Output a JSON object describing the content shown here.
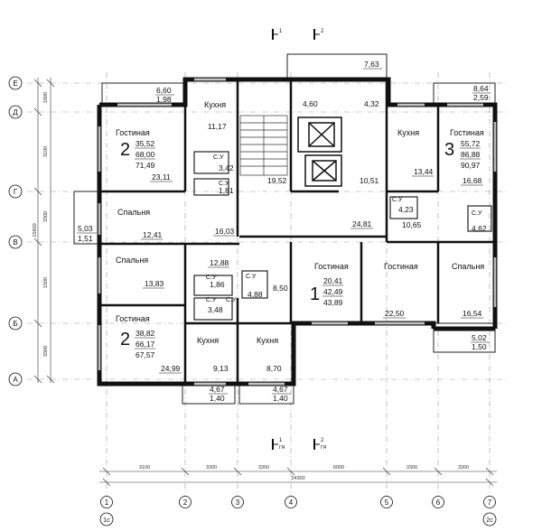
{
  "section_marks": {
    "top_1": "1",
    "top_2": "2",
    "bottom_1": "1",
    "bottom_1_sub": "ГЯ",
    "bottom_2": "2",
    "bottom_2_sub": "ГЯ"
  },
  "axes": {
    "rows": [
      "Е",
      "Д",
      "Г",
      "В",
      "Б",
      "А"
    ],
    "cols": [
      "1",
      "2",
      "3",
      "4",
      "5",
      "6",
      "7"
    ],
    "col_tags": {
      "left": "1с",
      "right": "2с"
    }
  },
  "dimensions": {
    "bottom_spans": [
      "3100",
      "3300",
      "3300",
      "6000",
      "3300",
      "3300"
    ],
    "bottom_total": "24300",
    "left_spans": [
      "1800",
      "3100",
      "3300",
      "1500",
      "3300"
    ],
    "left_total": "15600"
  },
  "apartments": {
    "apt_top_left": {
      "number": "2",
      "a1": "35,52",
      "a2": "68,00",
      "a3": "71,49"
    },
    "apt_bottom_left": {
      "number": "2",
      "a1": "38,82",
      "a2": "66,17",
      "a3": "67,57"
    },
    "apt_center": {
      "number": "1",
      "a1": "20,41",
      "a2": "42,49",
      "a3": "43,89"
    },
    "apt_right": {
      "number": "3",
      "a1": "55,72",
      "a2": "86,88",
      "a3": "90,97"
    }
  },
  "rooms": {
    "gostinaya_tl": "Гостиная",
    "kuhnya_tl": "Кухня",
    "spalnya_l": "Спальня",
    "spalnya_ml": "Спальня",
    "gostinaya_bl": "Гостиная",
    "kuhnya_b1": "Кухня",
    "kuhnya_b2": "Кухня",
    "gostinaya_c": "Гостиная",
    "gostinaya_c2": "Гостиная",
    "spalnya_r": "Спальня",
    "kuhnya_tr": "Кухня",
    "gostinaya_tr": "Гостиная",
    "su_1": "С.У",
    "su_2": "С.У",
    "su_3": "С.У",
    "su_4": "С.У",
    "su_5": "С.У",
    "su_6": "С.У",
    "su_7": "С.У",
    "su_8": "С.У"
  },
  "areas": {
    "a_6_60": "6,60",
    "a_1_98": "1,98",
    "a_11_17": "11,17",
    "a_3_42": "3,42",
    "a_1_81": "1,81",
    "a_23_11": "23,11",
    "a_19_52": "19,52",
    "a_4_60": "4,60",
    "a_7_63": "7,63",
    "a_4_32": "4,32",
    "a_10_51": "10,51",
    "a_13_44": "13,44",
    "a_8_64": "8,64",
    "a_2_59": "2,59",
    "a_16_68": "16,68",
    "a_5_03": "5,03",
    "a_1_51": "1,51",
    "a_12_41": "12,41",
    "a_16_03": "16,03",
    "a_24_81": "24,81",
    "a_10_65": "10,65",
    "a_4_62": "4,62",
    "a_4_23": "4,23",
    "a_12_88": "12,88",
    "a_13_83": "13,83",
    "a_1_86": "1,86",
    "a_4_88": "4,88",
    "a_8_50": "8,50",
    "a_3_48": "3,48",
    "a_22_50": "22,50",
    "a_16_54": "16,54",
    "a_5_02": "5,02",
    "a_1_50": "1,50",
    "a_24_99": "24,99",
    "a_9_13": "9,13",
    "a_8_70": "8,70",
    "a_4_67a": "4,67",
    "a_1_40a": "1,40",
    "a_4_67b": "4,67",
    "a_1_40b": "1,40"
  }
}
